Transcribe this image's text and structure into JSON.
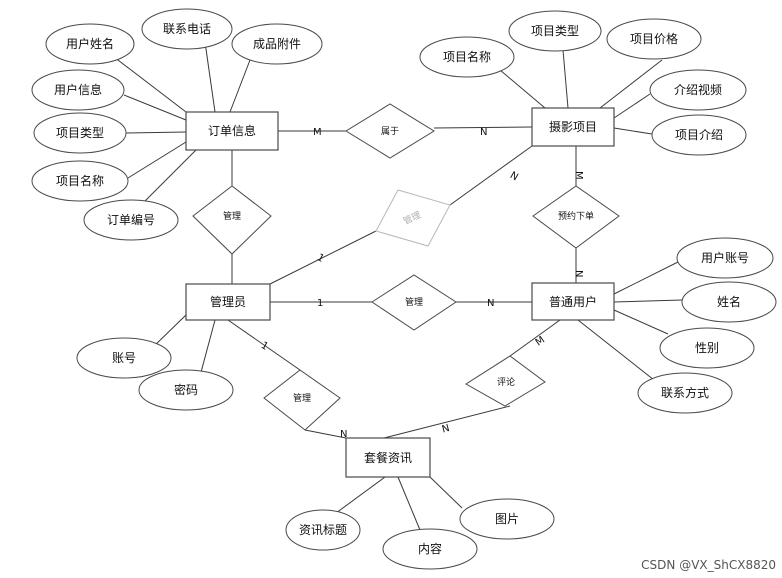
{
  "entities": {
    "order": "订单信息",
    "project": "摄影项目",
    "admin": "管理员",
    "user": "普通用户",
    "news": "套餐资讯"
  },
  "attributes": {
    "order_username": "用户姓名",
    "order_phone": "联系电话",
    "order_attachment": "成品附件",
    "order_userinfo": "用户信息",
    "order_projtype": "项目类型",
    "order_projname": "项目名称",
    "order_number": "订单编号",
    "project_name": "项目名称",
    "project_type": "项目类型",
    "project_price": "项目价格",
    "project_video": "介绍视频",
    "project_intro": "项目介绍",
    "user_account": "用户账号",
    "user_name": "姓名",
    "user_gender": "性别",
    "user_contact": "联系方式",
    "admin_account": "账号",
    "admin_password": "密码",
    "news_title": "资讯标题",
    "news_content": "内容",
    "news_image": "图片"
  },
  "relationships": {
    "belongs": "属于",
    "manage_order": "管理",
    "manage_project": "管理",
    "book": "预约下单",
    "manage_user": "管理",
    "comment": "评论",
    "manage_news": "管理"
  },
  "cardinalities": {
    "order_belongs": "M",
    "project_belongs": "N",
    "project_manage": "N",
    "admin_manage_project": "1",
    "project_book": "M",
    "user_book": "N",
    "admin_manage_user": "1",
    "user_manage": "N",
    "user_comment": "M",
    "news_comment": "N",
    "admin_manage_news": "1",
    "news_manage": "N"
  },
  "watermark": "CSDN @VX_ShCX8820"
}
